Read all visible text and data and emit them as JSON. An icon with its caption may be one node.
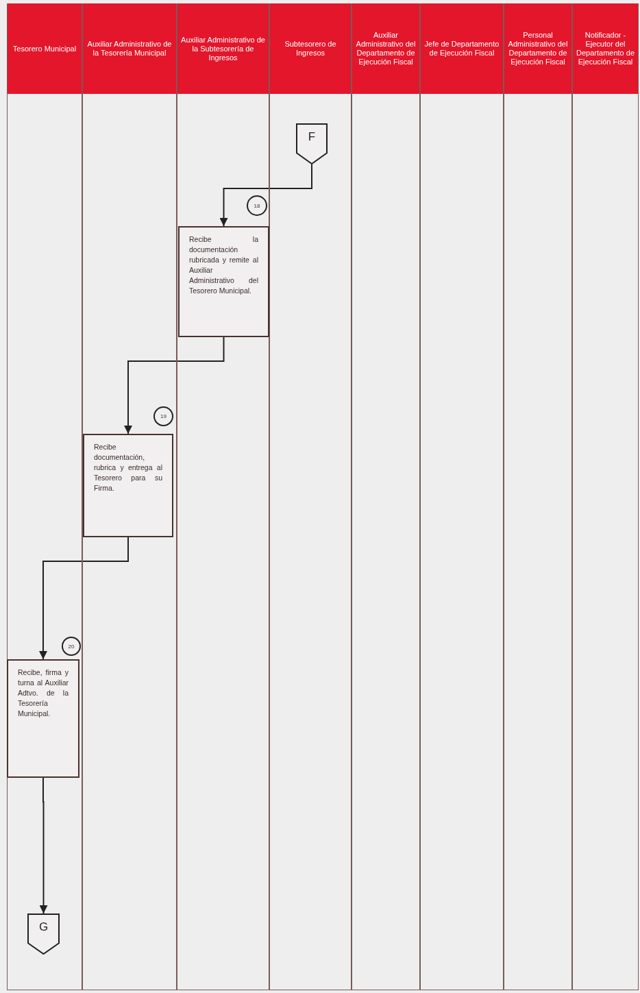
{
  "diagram": {
    "nodes": [
      {
        "text": [
          "Tesorero Municipal"
        ]
      },
      {
        "text": [
          "Auxiliar Administrativo de la Tesorería Municipal"
        ]
      },
      {
        "text": [
          "Auxiliar Administrativo de la Subtesorería de Ingresos"
        ]
      },
      {
        "text": [
          "Subtesorero de Ingresos"
        ]
      },
      {
        "text": [
          "Auxiliar Administrativo del Departamento de Ejecución Fiscal"
        ]
      },
      {
        "text": [
          "Jefe de Departamento de Ejecución Fiscal"
        ]
      },
      {
        "text": [
          "Personal Administrativo del Departamento de Ejecución Fiscal"
        ]
      },
      {
        "text": [
          "Notificador - Ejecutor del Departamento de Ejecución Fiscal"
        ]
      },
      {
        "text": [
          "F"
        ],
        "in": 3
      },
      {
        "text": [
          "18"
        ],
        "in": 2
      },
      {
        "text": [
          "Recibe la documentación rubricada y remite al Auxiliar Administrativo del Tesorero Municipal."
        ],
        "in": 2
      },
      {
        "text": [
          "19"
        ],
        "in": 1
      },
      {
        "text": [
          "Recibe documentación, rubrica y entrega al Tesorero para su Firma."
        ],
        "in": 1
      },
      {
        "text": [
          "20"
        ],
        "in": 0
      },
      {
        "text": [
          "Recibe, firma y turna al Auxiliar Adtvo. de la Tesorería Municipal."
        ],
        "in": 0
      },
      {
        "text": [
          "G"
        ],
        "in": 0
      }
    ],
    "edges": [
      {
        "from": 8,
        "to": 10,
        "arrow": "to"
      },
      {
        "from": 10,
        "to": 12,
        "arrow": "to"
      },
      {
        "from": 12,
        "to": 14,
        "arrow": "to"
      },
      {
        "from": 14,
        "to": 15,
        "arrow": "to"
      }
    ]
  }
}
